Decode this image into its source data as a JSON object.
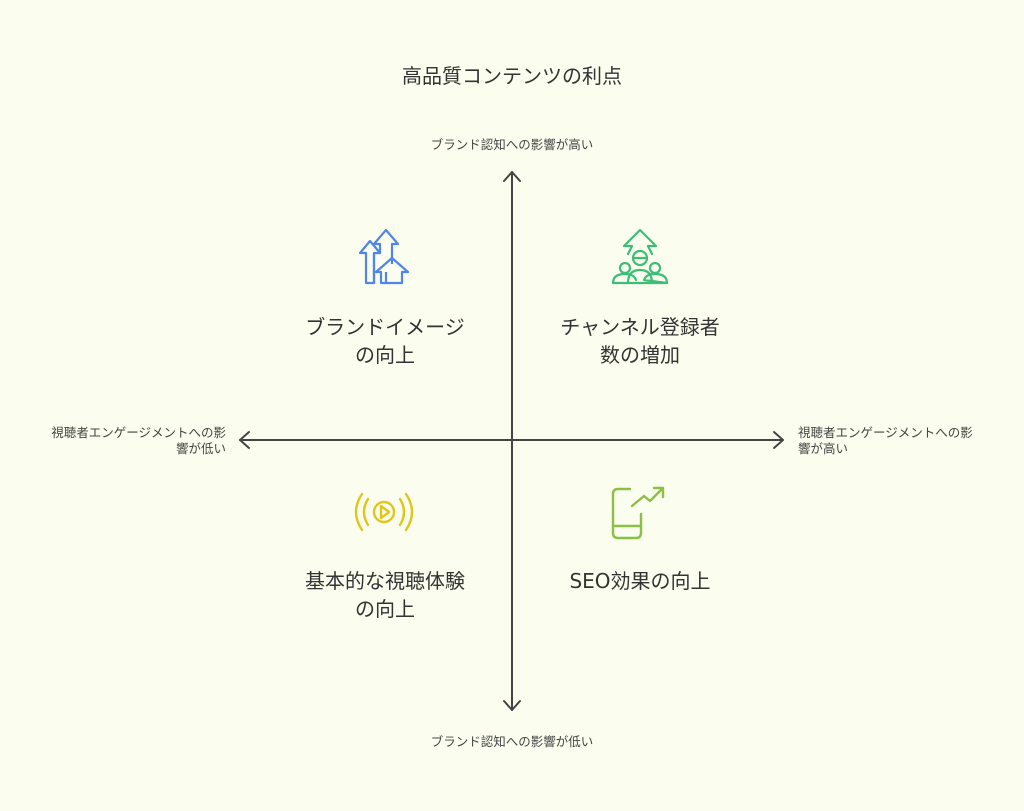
{
  "title": "高品質コンテンツの利点",
  "axes": {
    "top": "ブランド認知への影響が高い",
    "bottom": "ブランド認知への影響が低い",
    "left_line1": "視聴者エンゲージメントへの影",
    "left_line2": "響が低い",
    "right_line1": "視聴者エンゲージメントへの影",
    "right_line2": "響が高い"
  },
  "quadrants": {
    "top_left": {
      "line1": "ブランドイメージ",
      "line2": "の向上",
      "icon": "arrows-up-icon",
      "color": "#4f86e8"
    },
    "top_right": {
      "line1": "チャンネル登録者",
      "line2": "数の増加",
      "icon": "audience-growth-icon",
      "color": "#3dbd78"
    },
    "bottom_left": {
      "line1": "基本的な視聴体験",
      "line2": "の向上",
      "icon": "broadcast-play-icon",
      "color": "#e0c51a"
    },
    "bottom_right": {
      "line1": "SEO効果の向上",
      "icon": "mobile-trend-icon",
      "color": "#8cc044"
    }
  }
}
